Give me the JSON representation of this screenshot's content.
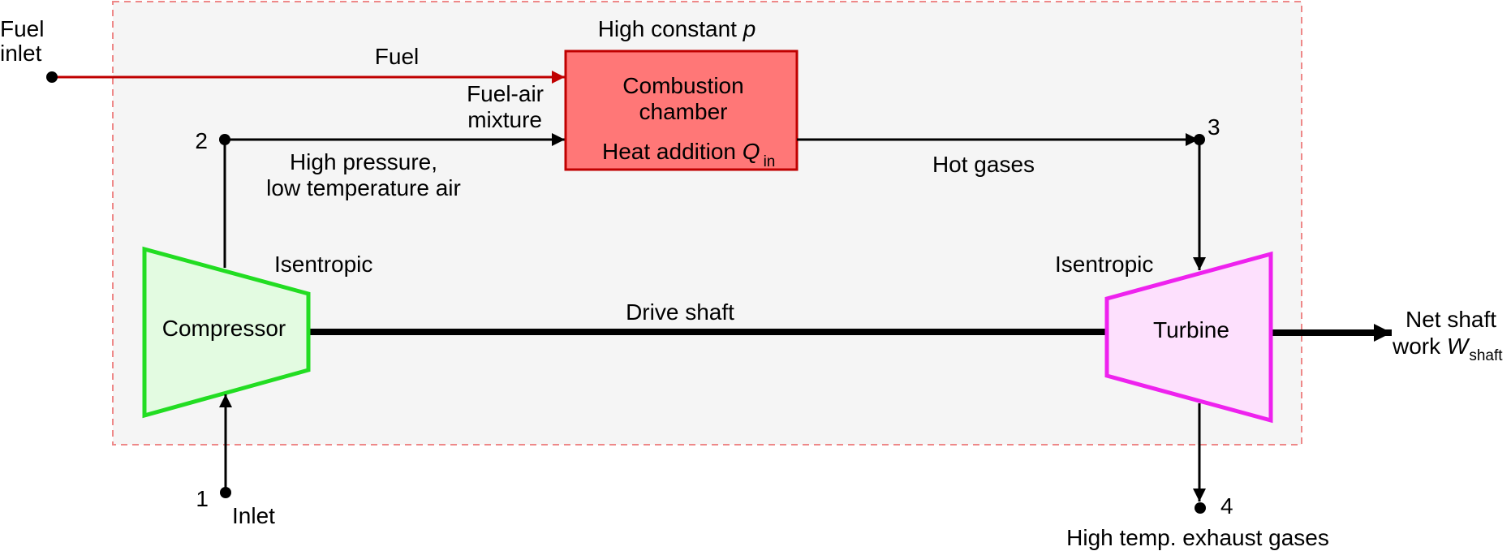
{
  "colors": {
    "fuel_line": "#c00000",
    "combustor_fill": "#ff7777",
    "combustor_stroke": "#c00000",
    "compressor_fill": "#e3fbe1",
    "compressor_stroke": "#22dd22",
    "turbine_fill": "#fde0fd",
    "turbine_stroke": "#ee22ee",
    "boundary_stroke": "#ee8888",
    "boundary_fill": "#f5f5f5"
  },
  "labels": {
    "fuel_inlet_line1": "Fuel",
    "fuel_inlet_line2": "inlet",
    "fuel": "Fuel",
    "high_constant_p": "High constant ",
    "p_symbol": "p",
    "combustion_line1": "Combustion",
    "combustion_line2": "chamber",
    "heat_addition": "Heat addition ",
    "q_symbol": "Q",
    "q_sub": "in",
    "fuel_air_line1": "Fuel-air",
    "fuel_air_line2": "mixture",
    "high_pressure_line1": "High pressure,",
    "high_pressure_line2": "low temperature air",
    "hot_gases": "Hot gases",
    "isentropic_compressor": "Isentropic",
    "isentropic_turbine": "Isentropic",
    "compressor": "Compressor",
    "turbine": "Turbine",
    "drive_shaft": "Drive shaft",
    "net_shaft_line1": "Net shaft",
    "net_shaft_line2": "work ",
    "w_symbol": "W",
    "w_sub": "shaft",
    "inlet": "Inlet",
    "exhaust": "High temp. exhaust gases"
  },
  "states": {
    "s1": "1",
    "s2": "2",
    "s3": "3",
    "s4": "4"
  }
}
